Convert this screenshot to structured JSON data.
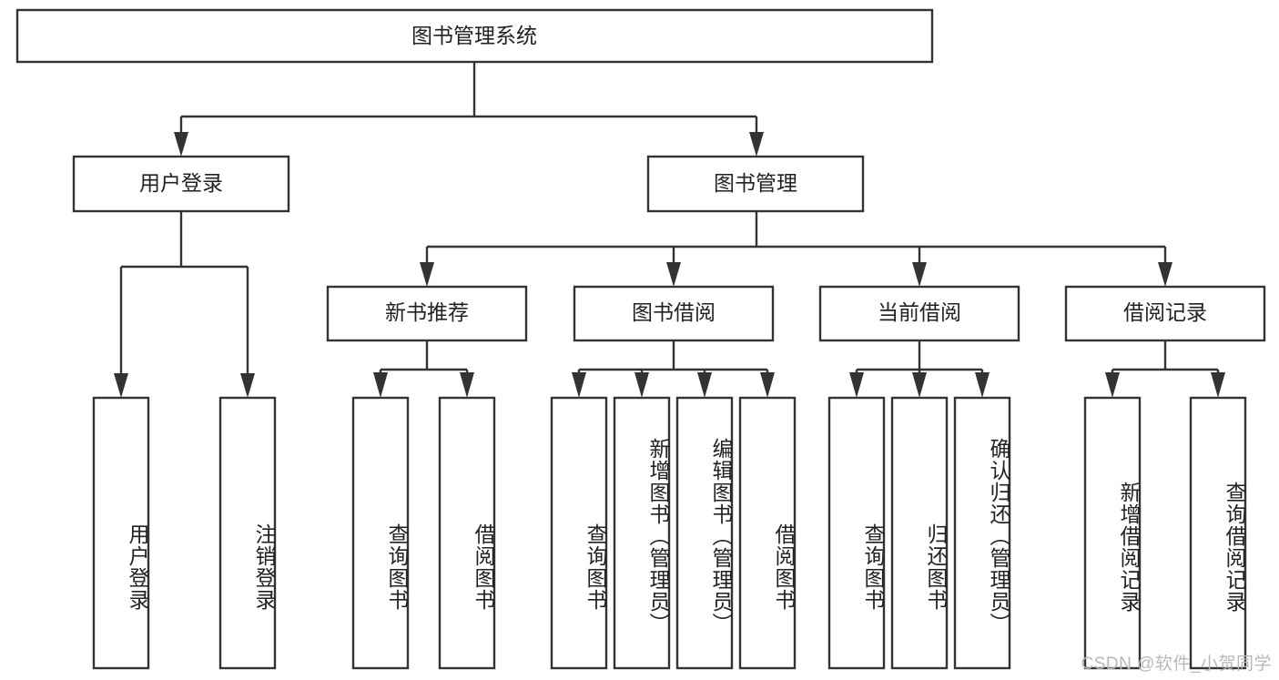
{
  "diagram": {
    "type": "hierarchy-tree",
    "title": "图书管理系统",
    "watermark": "CSDN @软件_小贺同学",
    "colors": {
      "box_stroke": "#333333",
      "box_fill": "#ffffff",
      "text": "#222222",
      "connector": "#333333",
      "watermark": "#b8b8b8",
      "background": "#ffffff"
    },
    "levels": {
      "root": {
        "label": "图书管理系统"
      },
      "level2": [
        {
          "label": "用户登录"
        },
        {
          "label": "图书管理"
        }
      ],
      "level3": [
        {
          "label": "新书推荐"
        },
        {
          "label": "图书借阅"
        },
        {
          "label": "当前借阅"
        },
        {
          "label": "借阅记录"
        }
      ],
      "leaves": [
        {
          "label": "用户登录",
          "parent": "用户登录"
        },
        {
          "label": "注销登录",
          "parent": "用户登录"
        },
        {
          "label": "查询图书",
          "parent": "新书推荐"
        },
        {
          "label": "借阅图书",
          "parent": "新书推荐"
        },
        {
          "label": "查询图书",
          "parent": "图书借阅"
        },
        {
          "label": "新增图书（管理员）",
          "parent": "图书借阅"
        },
        {
          "label": "编辑图书（管理员）",
          "parent": "图书借阅"
        },
        {
          "label": "借阅图书",
          "parent": "图书借阅"
        },
        {
          "label": "查询图书",
          "parent": "当前借阅"
        },
        {
          "label": "归还图书",
          "parent": "当前借阅"
        },
        {
          "label": "确认归还（管理员）",
          "parent": "当前借阅"
        },
        {
          "label": "新增借阅记录",
          "parent": "借阅记录"
        },
        {
          "label": "查询借阅记录",
          "parent": "借阅记录"
        }
      ]
    }
  }
}
